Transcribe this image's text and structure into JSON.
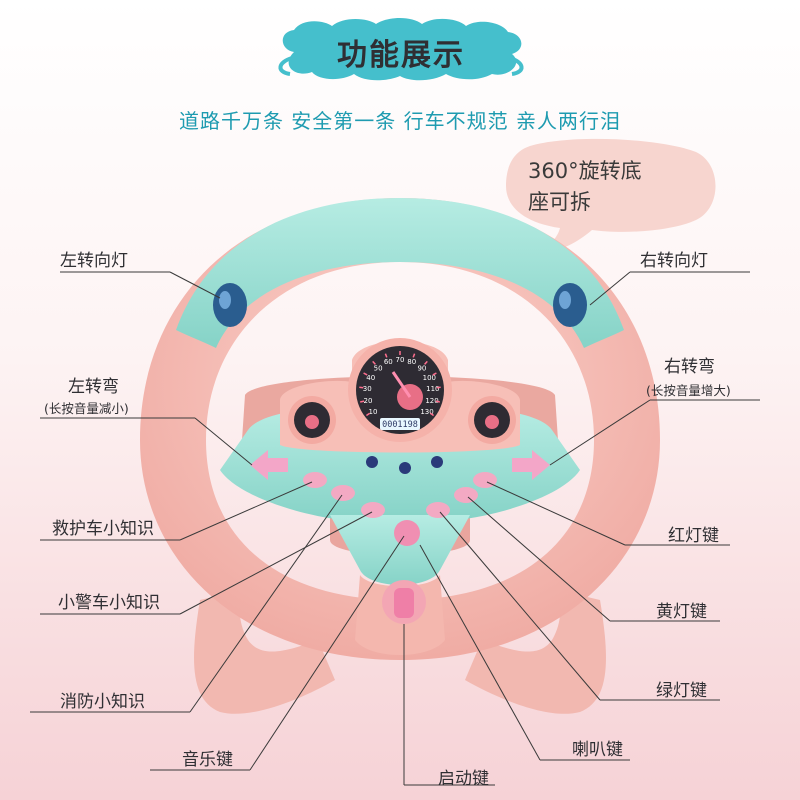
{
  "header": {
    "title": "功能展示",
    "slogan": "道路千万条 安全第一条 行车不规范 亲人两行泪"
  },
  "callout": {
    "text_line1": "360°旋转底",
    "text_line2": "座可拆"
  },
  "labels": {
    "left_turn_light": "左转向灯",
    "right_turn_light": "右转向灯",
    "left_turn": "左转弯",
    "left_turn_note": "(长按音量减小)",
    "right_turn": "右转弯",
    "right_turn_note": "(长按音量增大)",
    "ambulance_facts": "救护车小知识",
    "police_car_facts": "小警车小知识",
    "fire_facts": "消防小知识",
    "music_key": "音乐键",
    "start_key": "启动键",
    "horn_key": "喇叭键",
    "green_light_key": "绿灯键",
    "yellow_light_key": "黄灯键",
    "red_light_key": "红灯键"
  },
  "speedometer": {
    "ticks": [
      "10",
      "20",
      "30",
      "40",
      "50",
      "60",
      "70",
      "80",
      "90",
      "100",
      "110",
      "120",
      "130"
    ],
    "odometer": "0001198"
  },
  "colors": {
    "teal": "#9fe0d6",
    "teal_dark": "#7fcfc3",
    "pink": "#f7c1ba",
    "pink_dark": "#eeaaa3",
    "banner": "#45bfcc",
    "bubble": "#f7d5cf",
    "slogan": "#1e9bb0",
    "button_pink": "#f3a9c3",
    "gauge_dark": "#2e2b33"
  }
}
